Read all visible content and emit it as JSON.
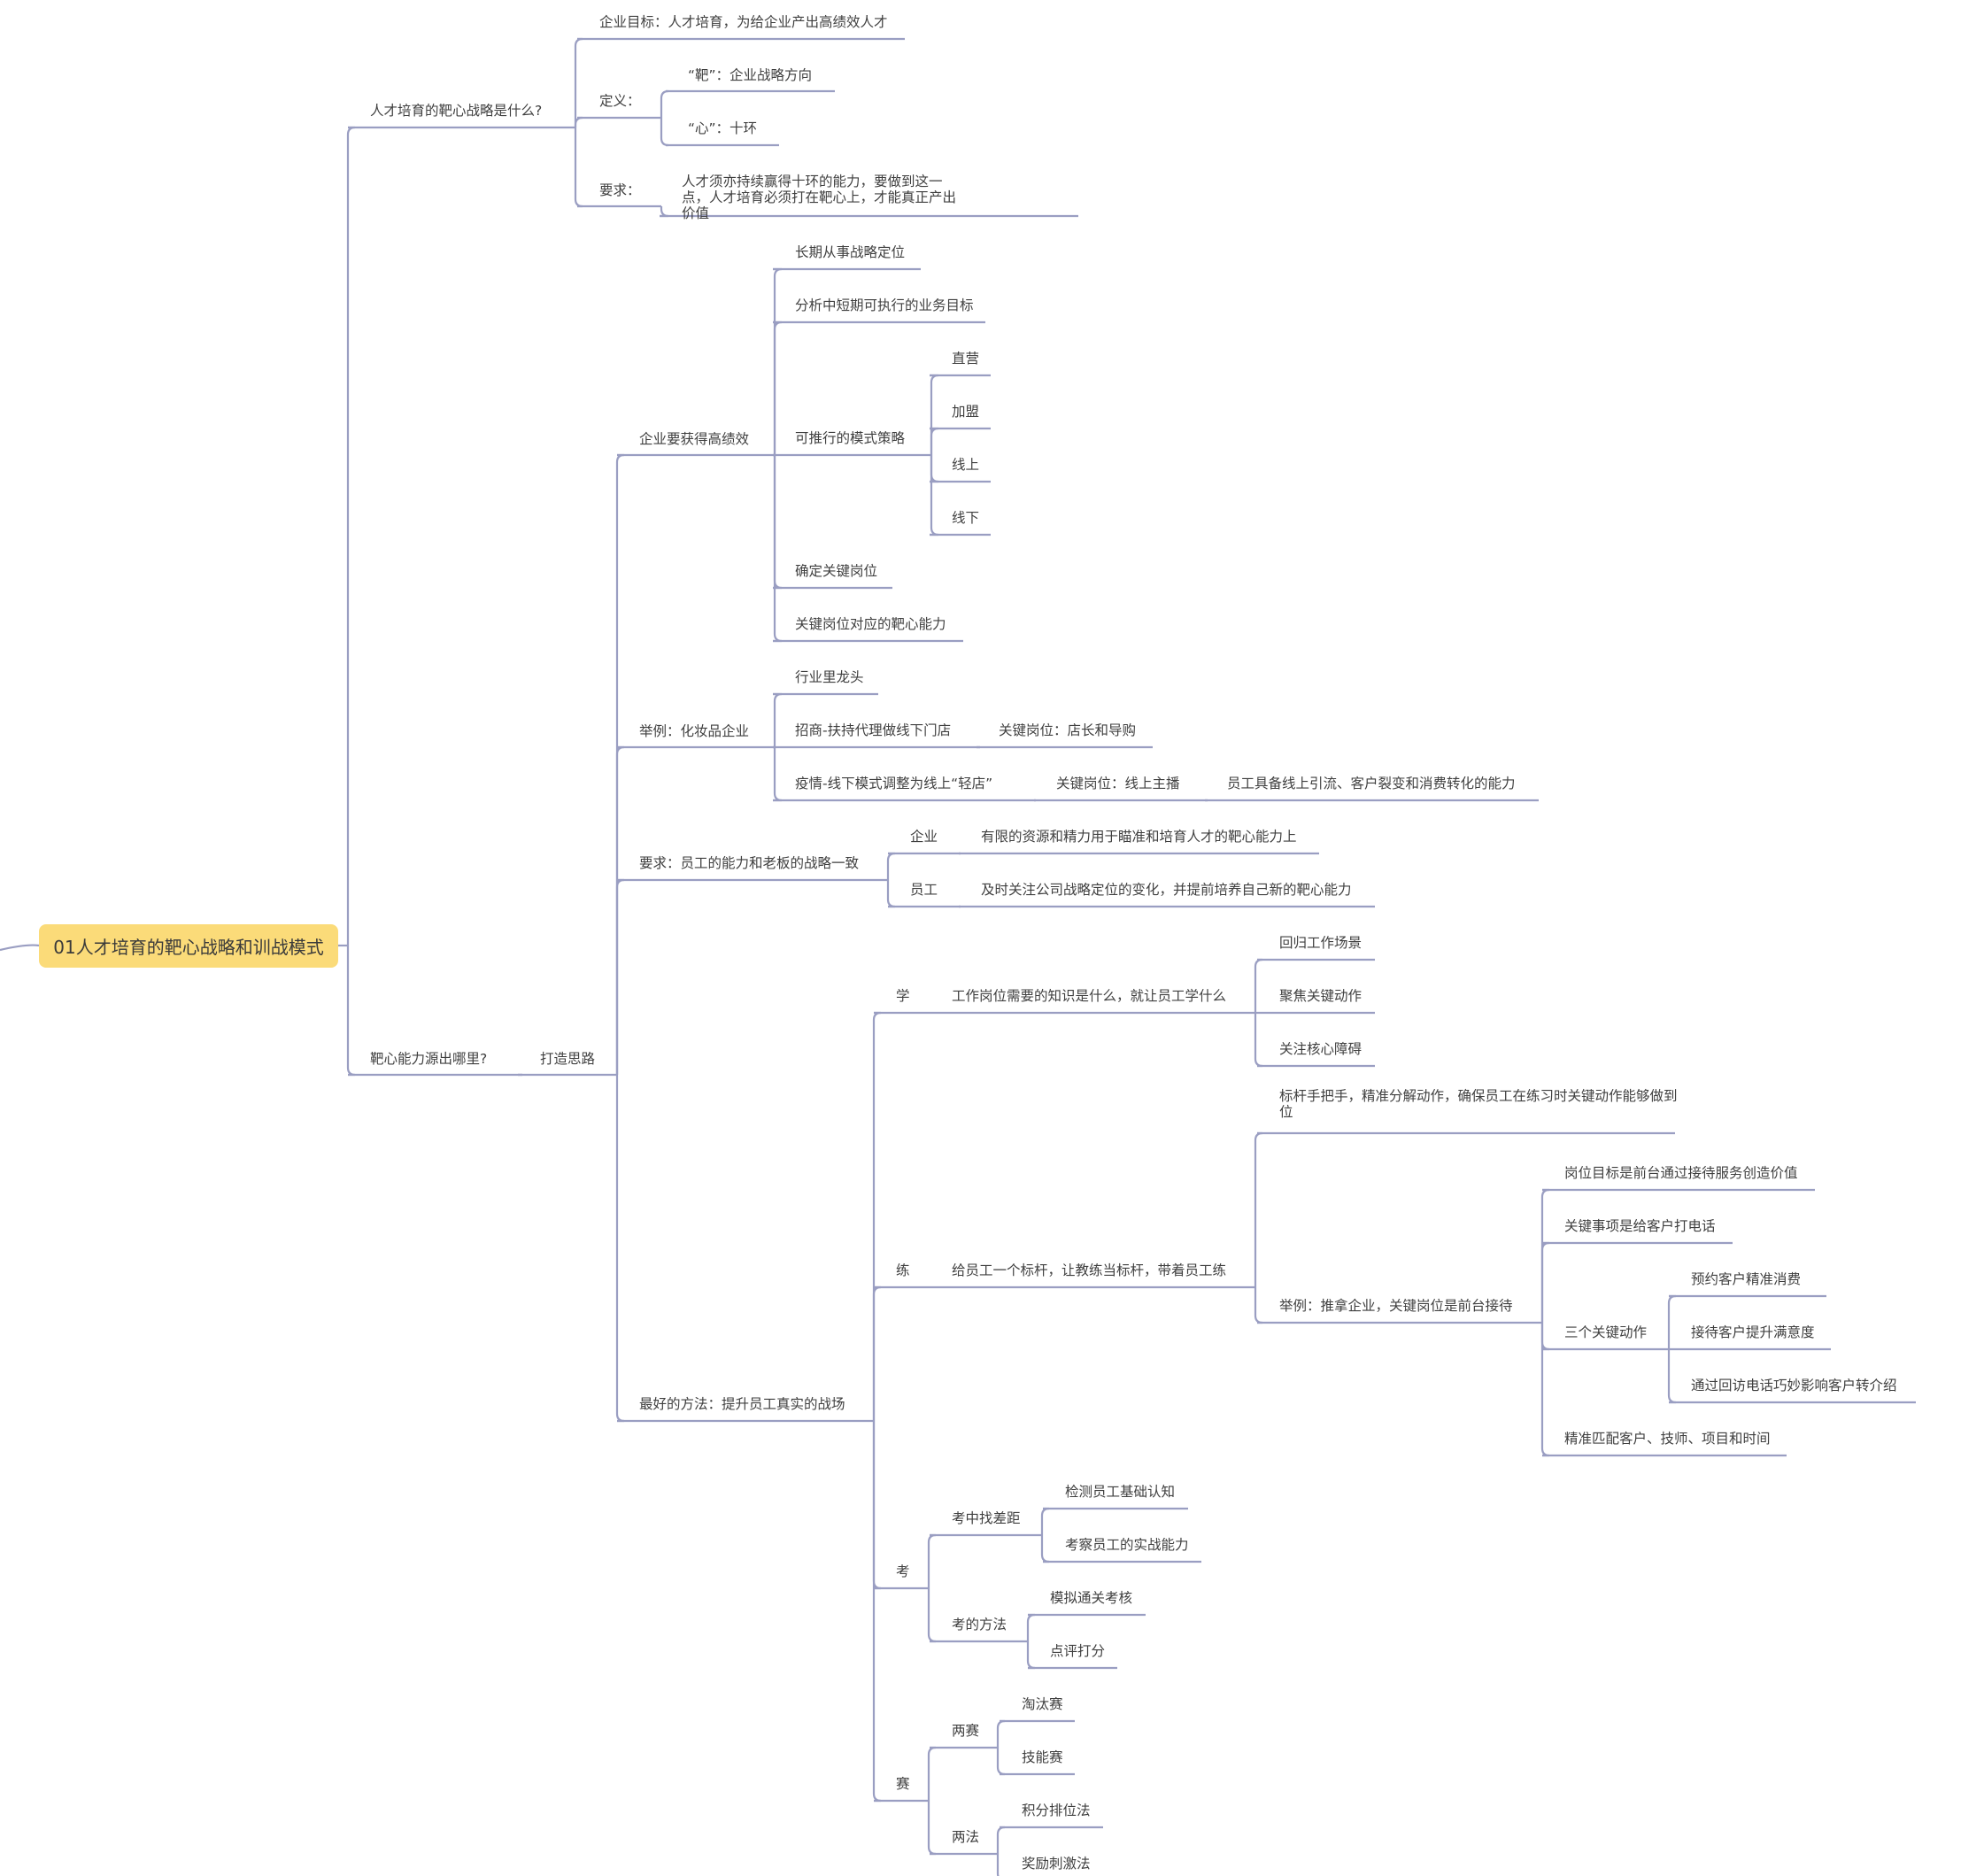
{
  "colors": {
    "line": "#9a9ec2",
    "root_fill": "#FBDB79",
    "text": "#3f3f3f",
    "background": "#ffffff"
  },
  "root": {
    "label": "01人才培育的靶心战略和训战模式"
  },
  "nodes": {
    "q1": "人才培育的靶心战略是什么?",
    "goal": "企业目标：人才培育，为给企业产出高绩效人才",
    "def": "定义：",
    "def_ba": "“靶”：企业战略方向",
    "def_xin": "“心”：十环",
    "req": "要求：",
    "req_text": "人才须亦持续赢得十环的能力，要做到这一点，人才培育必须打在靶心上，才能真正产出价值",
    "q2": "靶心能力源出哪里?",
    "think": "打造思路",
    "perf": "企业要获得高绩效",
    "p1": "长期从事战略定位",
    "p2": "分析中短期可执行的业务目标",
    "p3": "可推行的模式策略",
    "m1": "直营",
    "m2": "加盟",
    "m3": "线上",
    "m4": "线下",
    "p4": "确定关键岗位",
    "p5": "关键岗位对应的靶心能力",
    "ex": "举例：化妆品企业",
    "e1": "行业里龙头",
    "e2": "招商-扶持代理做线下门店",
    "e2a": "关键岗位：店长和导购",
    "e3": "疫情-线下模式调整为线上“轻店”",
    "e3a": "关键岗位：线上主播",
    "e3b": "员工具备线上引流、客户裂变和消费转化的能力",
    "align": "要求：员工的能力和老板的战略一致",
    "a1": "企业",
    "a1a": "有限的资源和精力用于瞄准和培育人才的靶心能力上",
    "a2": "员工",
    "a2a": "及时关注公司战略定位的变化，并提前培养自己新的靶心能力",
    "best": "最好的方法：提升员工真实的战场",
    "learn": "学",
    "learn_a": "工作岗位需要的知识是什么，就让员工学什么",
    "l1": "回归工作场景",
    "l2": "聚焦关键动作",
    "l3": "关注核心障碍",
    "practice": "练",
    "practice_a": "给员工一个标杆，让教练当标杆，带着员工练",
    "pr1": "标杆手把手，精准分解动作，确保员工在练习时关键动作能够做到位",
    "pr2": "举例：推拿企业，关键岗位是前台接待",
    "pr2a": "岗位目标是前台通过接待服务创造价值",
    "pr2b": "关键事项是给客户打电话",
    "pr2c": "三个关键动作",
    "k1": "预约客户精准消费",
    "k2": "接待客户提升满意度",
    "k3": "通过回访电话巧妙影响客户转介绍",
    "pr2d": "精准匹配客户、技师、项目和时间",
    "exam": "考",
    "ex1": "考中找差距",
    "ex1a": "检测员工基础认知",
    "ex1b": "考察员工的实战能力",
    "ex2": "考的方法",
    "ex2a": "模拟通关考核",
    "ex2b": "点评打分",
    "contest": "赛",
    "c1": "两赛",
    "c1a": "淘汰赛",
    "c1b": "技能赛",
    "c2": "两法",
    "c2a": "积分排位法",
    "c2b": "奖励刺激法"
  }
}
